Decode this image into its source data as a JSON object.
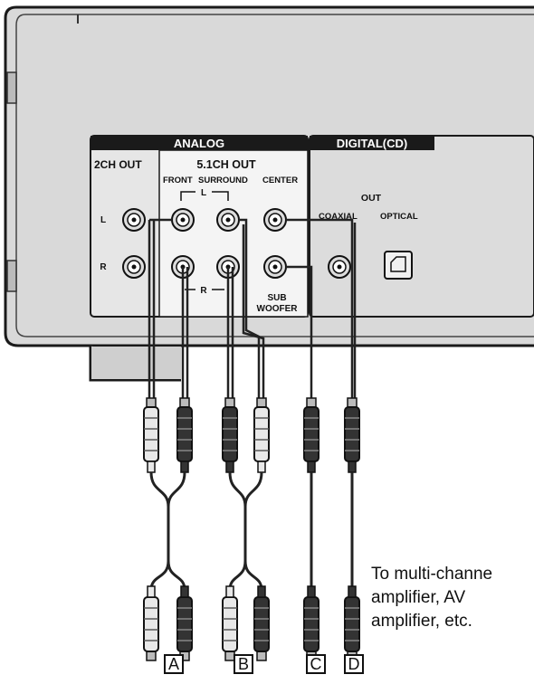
{
  "panel": {
    "analog_header": "ANALOG",
    "digital_header": "DIGITAL(CD)",
    "two_ch_out": "2CH OUT",
    "five_one_out": "5.1CH OUT",
    "front": "FRONT",
    "surround": "SURROUND",
    "center": "CENTER",
    "l_bracket": "L",
    "r_bracket": "R",
    "row_l": "L",
    "row_r": "R",
    "sub": "SUB",
    "woofer": "WOOFER",
    "out": "OUT",
    "coaxial": "COAXIAL",
    "optical": "OPTICAL"
  },
  "note": {
    "line1": "To multi-channe",
    "line2": "amplifier, AV",
    "line3": "amplifier, etc."
  },
  "cable_labels": [
    "A",
    "B",
    "C",
    "D"
  ],
  "colors": {
    "panel_fill": "#dcdcdc",
    "panel_stroke": "#1a1a1a",
    "header_fill": "#1a1a1a",
    "cable": "#222222"
  }
}
